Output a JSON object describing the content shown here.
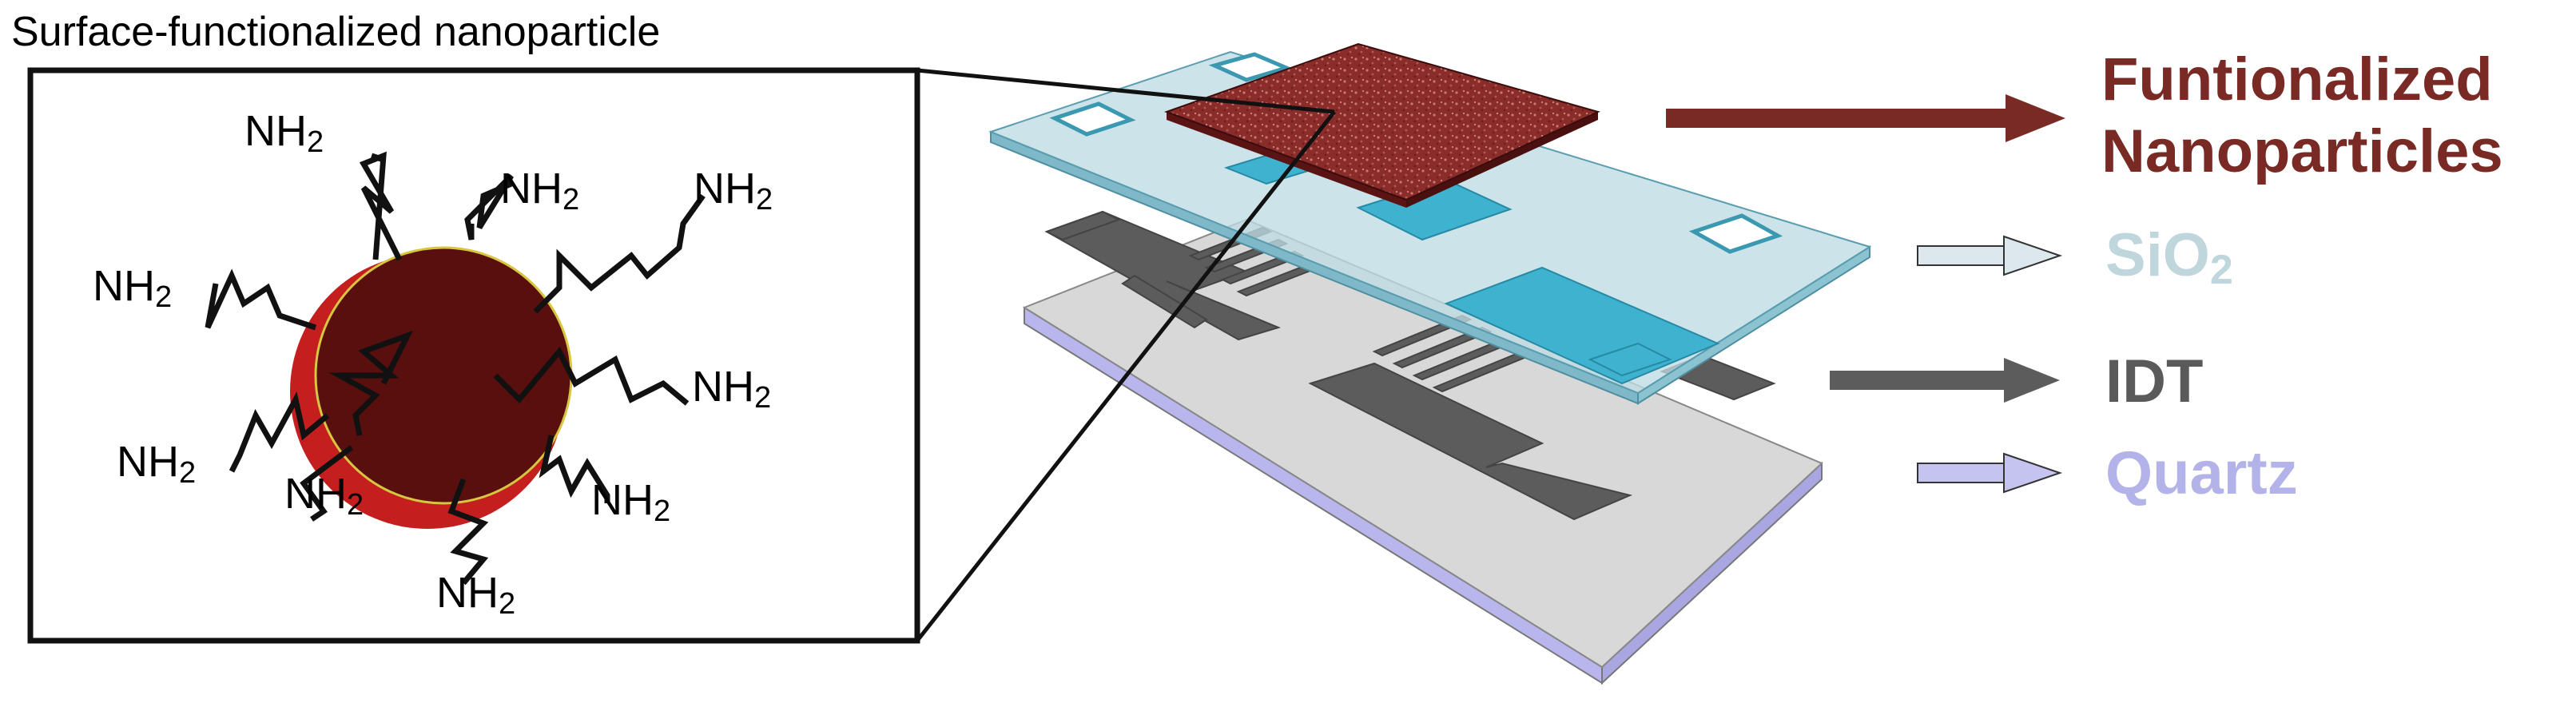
{
  "title": "Surface-functionalized nanoparticle",
  "inset": {
    "ligand_label": "NH",
    "ligand_subscript": "2",
    "ligand_count": 10
  },
  "legend": {
    "nanoparticles_line1": "Funtionalized",
    "nanoparticles_line2": "Nanoparticles",
    "sio2_main": "SiO",
    "sio2_sub": "2",
    "idt": "IDT",
    "quartz": "Quartz"
  },
  "colors": {
    "nanoparticle_layer": "#8a2c2a",
    "nanoparticle_text": "#7a2a25",
    "sio2_layer": "#bcdbe3",
    "sio2_text": "#bfd6dc",
    "idt_electrode": "#5c5c5c",
    "idt_text": "#5a5a5a",
    "quartz_top": "#d8d8d8",
    "quartz_side": "#b8b6ec",
    "quartz_text": "#b3b3ea",
    "channel": "#3fb2cf",
    "particle_core": "#5a0f0f",
    "particle_rim": "#c41e1e"
  }
}
